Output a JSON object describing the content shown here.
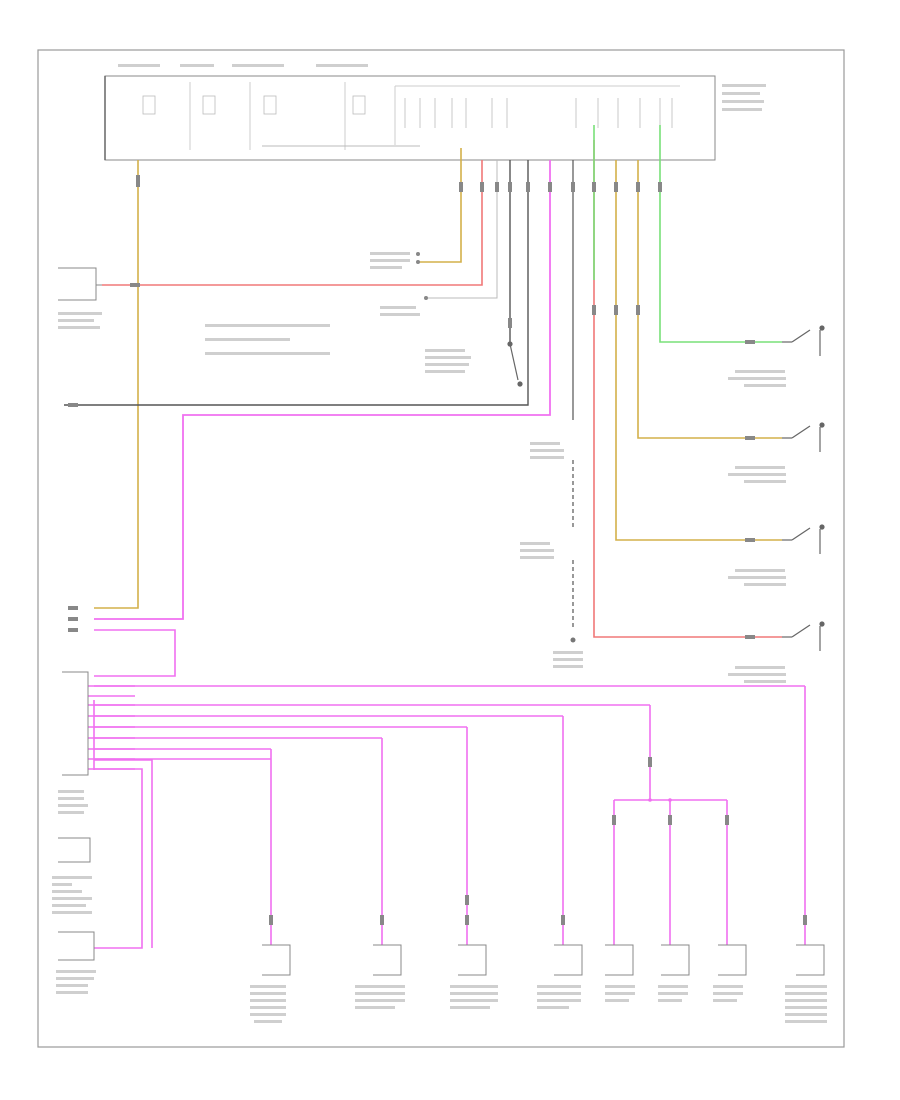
{
  "diagram": {
    "footer_code": "",
    "colors": {
      "frame": "#9a9a9a",
      "wire_yellow": "#d4b04a",
      "wire_red": "#f07878",
      "wire_pink": "#f070f0",
      "wire_green": "#78e078",
      "wire_black": "#555555",
      "wire_gray": "#bbbbbb"
    },
    "switches": [
      {
        "id": "rr"
      },
      {
        "id": "rf"
      },
      {
        "id": "lf"
      },
      {
        "id": "lr"
      }
    ],
    "bottom_components": [
      {
        "id": "c1"
      },
      {
        "id": "c2"
      },
      {
        "id": "c3"
      },
      {
        "id": "c4"
      },
      {
        "id": "c5"
      },
      {
        "id": "c6"
      },
      {
        "id": "c7"
      },
      {
        "id": "c8"
      }
    ]
  }
}
